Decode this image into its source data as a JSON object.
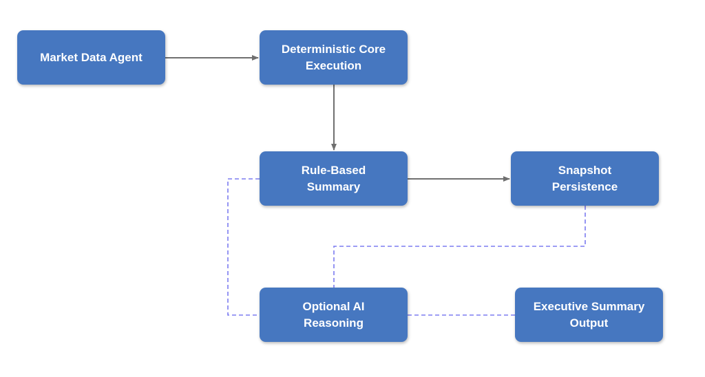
{
  "nodes": {
    "market_data_agent": {
      "label": "Market Data Agent"
    },
    "deterministic_core": {
      "label": "Deterministic Core\nExecution"
    },
    "rule_based_summary": {
      "label": "Rule-Based\nSummary"
    },
    "snapshot_persistence": {
      "label": "Snapshot\nPersistence"
    },
    "optional_ai": {
      "label": "Optional AI\nReasoning"
    },
    "executive_summary": {
      "label": "Executive Summary\nOutput"
    }
  },
  "edges": [
    {
      "from": "market_data_agent",
      "to": "deterministic_core",
      "style": "solid-arrow"
    },
    {
      "from": "deterministic_core",
      "to": "rule_based_summary",
      "style": "solid-arrow"
    },
    {
      "from": "rule_based_summary",
      "to": "snapshot_persistence",
      "style": "solid-arrow"
    },
    {
      "from": "rule_based_summary",
      "to": "optional_ai",
      "style": "dashed"
    },
    {
      "from": "snapshot_persistence",
      "to": "optional_ai",
      "style": "dashed"
    },
    {
      "from": "optional_ai",
      "to": "executive_summary",
      "style": "dashed"
    }
  ],
  "colors": {
    "node_fill": "#4677c0",
    "node_text": "#ffffff",
    "solid_connector": "#6f6f6f",
    "dashed_connector": "#7b7bf0"
  }
}
